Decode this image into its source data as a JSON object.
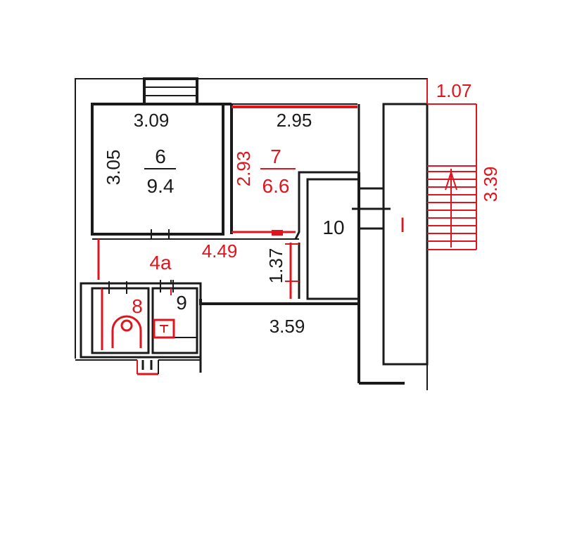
{
  "colors": {
    "wall": "#1a1a1a",
    "accent": "#e0141c",
    "background": "#ffffff"
  },
  "rooms": {
    "r6": {
      "number": "6",
      "area": "9.4",
      "width": "3.09",
      "height": "3.05"
    },
    "r7": {
      "number": "7",
      "area": "6.6",
      "width": "2.95",
      "height": "2.93"
    },
    "r4a": {
      "number": "4a",
      "dim_horizontal": "4.49",
      "dim_vertical": "1.37"
    },
    "r8": {
      "number": "8"
    },
    "r9": {
      "number": "9"
    },
    "r10": {
      "number": "10",
      "dim": "3.59"
    },
    "stair": {
      "number": "I",
      "width": "1.07",
      "length": "3.39"
    }
  },
  "fixtures": {
    "toilet_icon": "toilet-icon",
    "sink_icon": "sink-icon",
    "stair_arrow": "stair-arrow-icon"
  }
}
